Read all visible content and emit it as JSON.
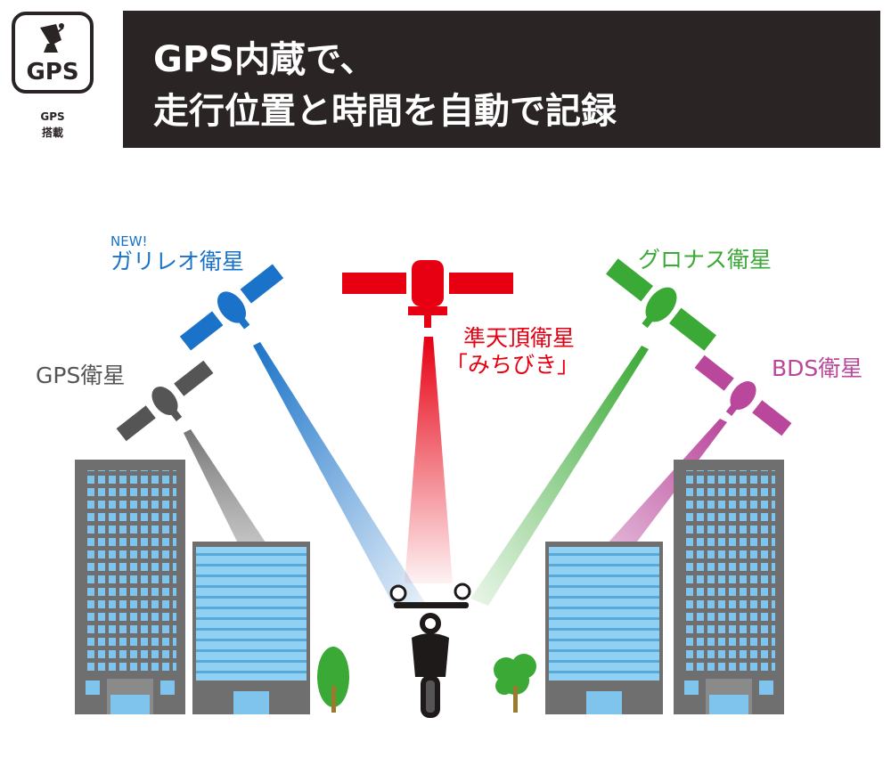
{
  "badge": {
    "icon": "satellite-dish-icon",
    "text": "GPS",
    "caption_line1": "GPS",
    "caption_line2": "搭載"
  },
  "header": {
    "line1": "GPS内蔵で、",
    "line2": "走行位置と時間を自動で記録"
  },
  "satellites": {
    "galileo": {
      "new_label": "NEW!",
      "label": "ガリレオ衛星",
      "color": "#1a73c8"
    },
    "gps": {
      "label": "GPS衛星",
      "color": "#555555"
    },
    "qzss": {
      "label_line1": "準天頂衛星",
      "label_line2": "「みちびき」",
      "color": "#e60012"
    },
    "glonass": {
      "label": "グロナス衛星",
      "color": "#3aa935"
    },
    "bds": {
      "label": "BDS衛星",
      "color": "#b9479b"
    }
  },
  "colors": {
    "dark": "#2a2524",
    "building": "#6f6f6f",
    "glass": "#7fc4ec",
    "tree": "#3aa935",
    "trunk": "#9a7a2e"
  }
}
